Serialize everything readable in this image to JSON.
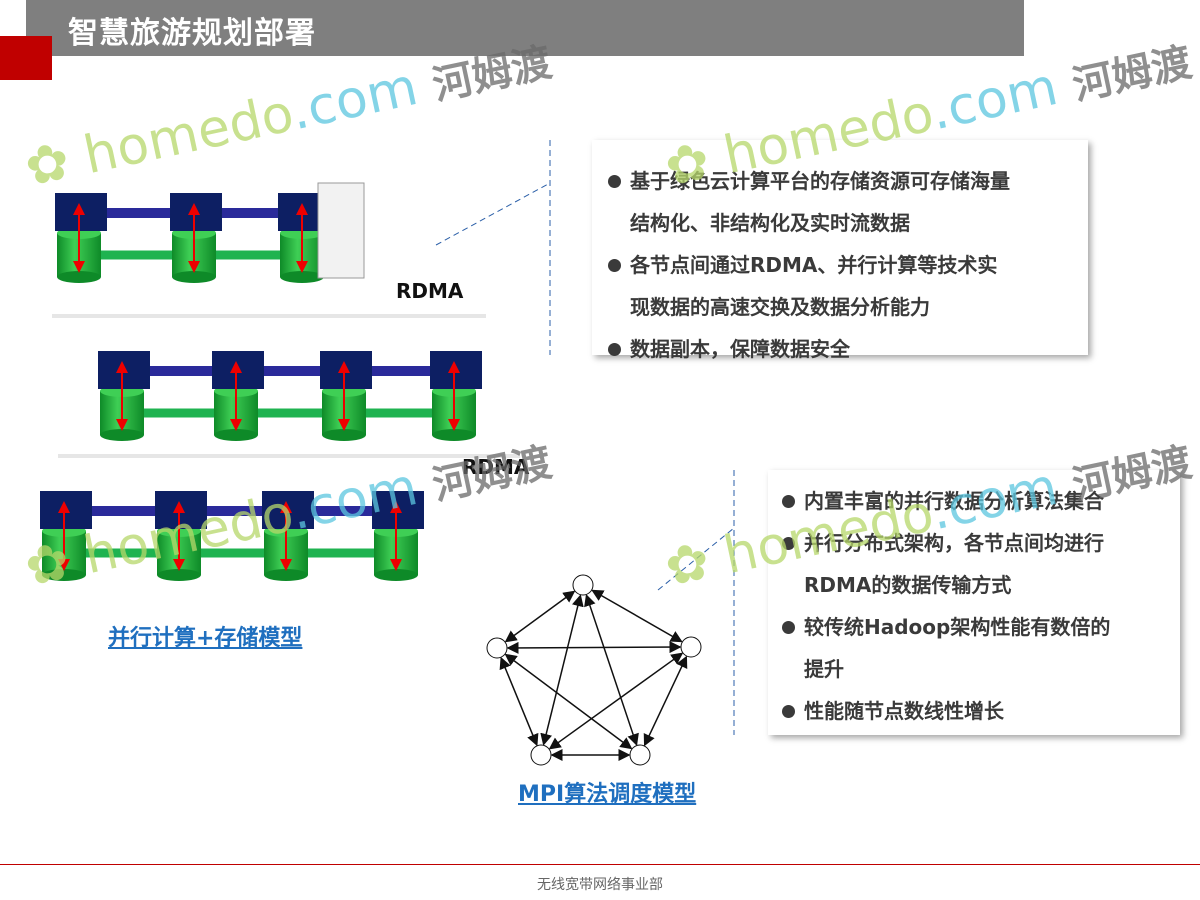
{
  "header": {
    "title": "智慧旅游规划部署"
  },
  "left": {
    "rdma_label_1": "RDMA",
    "rdma_label_2": "RDMA",
    "caption": "并行计算+存储模型"
  },
  "right_top": {
    "bullets": [
      "基于绿色云计算平台的存储资源可存储海量",
      "结构化、非结构化及实时流数据",
      "各节点间通过RDMA、并行计算等技术实",
      "现数据的高速交换及数据分析能力",
      "数据副本，保障数据安全"
    ]
  },
  "right_bottom": {
    "bullets": [
      "内置丰富的并行数据分析算法集合",
      "并行分布式架构，各节点间均进行",
      "RDMA的数据传输方式",
      "较传统Hadoop架构性能有数倍的",
      "提升",
      "性能随节点数线性增长"
    ]
  },
  "mpi": {
    "caption": "MPI算法调度模型"
  },
  "footer": {
    "text": "无线宽带网络事业部"
  },
  "watermark": {
    "brand": "homedo",
    "domain": ".com",
    "cn": "河姆渡"
  },
  "colors": {
    "accent": "#c00000",
    "title_bar": "#7f7f7f",
    "node_box": "#0d1f63",
    "cylinder": "#1fa13a",
    "link": "#1c5fbf"
  }
}
